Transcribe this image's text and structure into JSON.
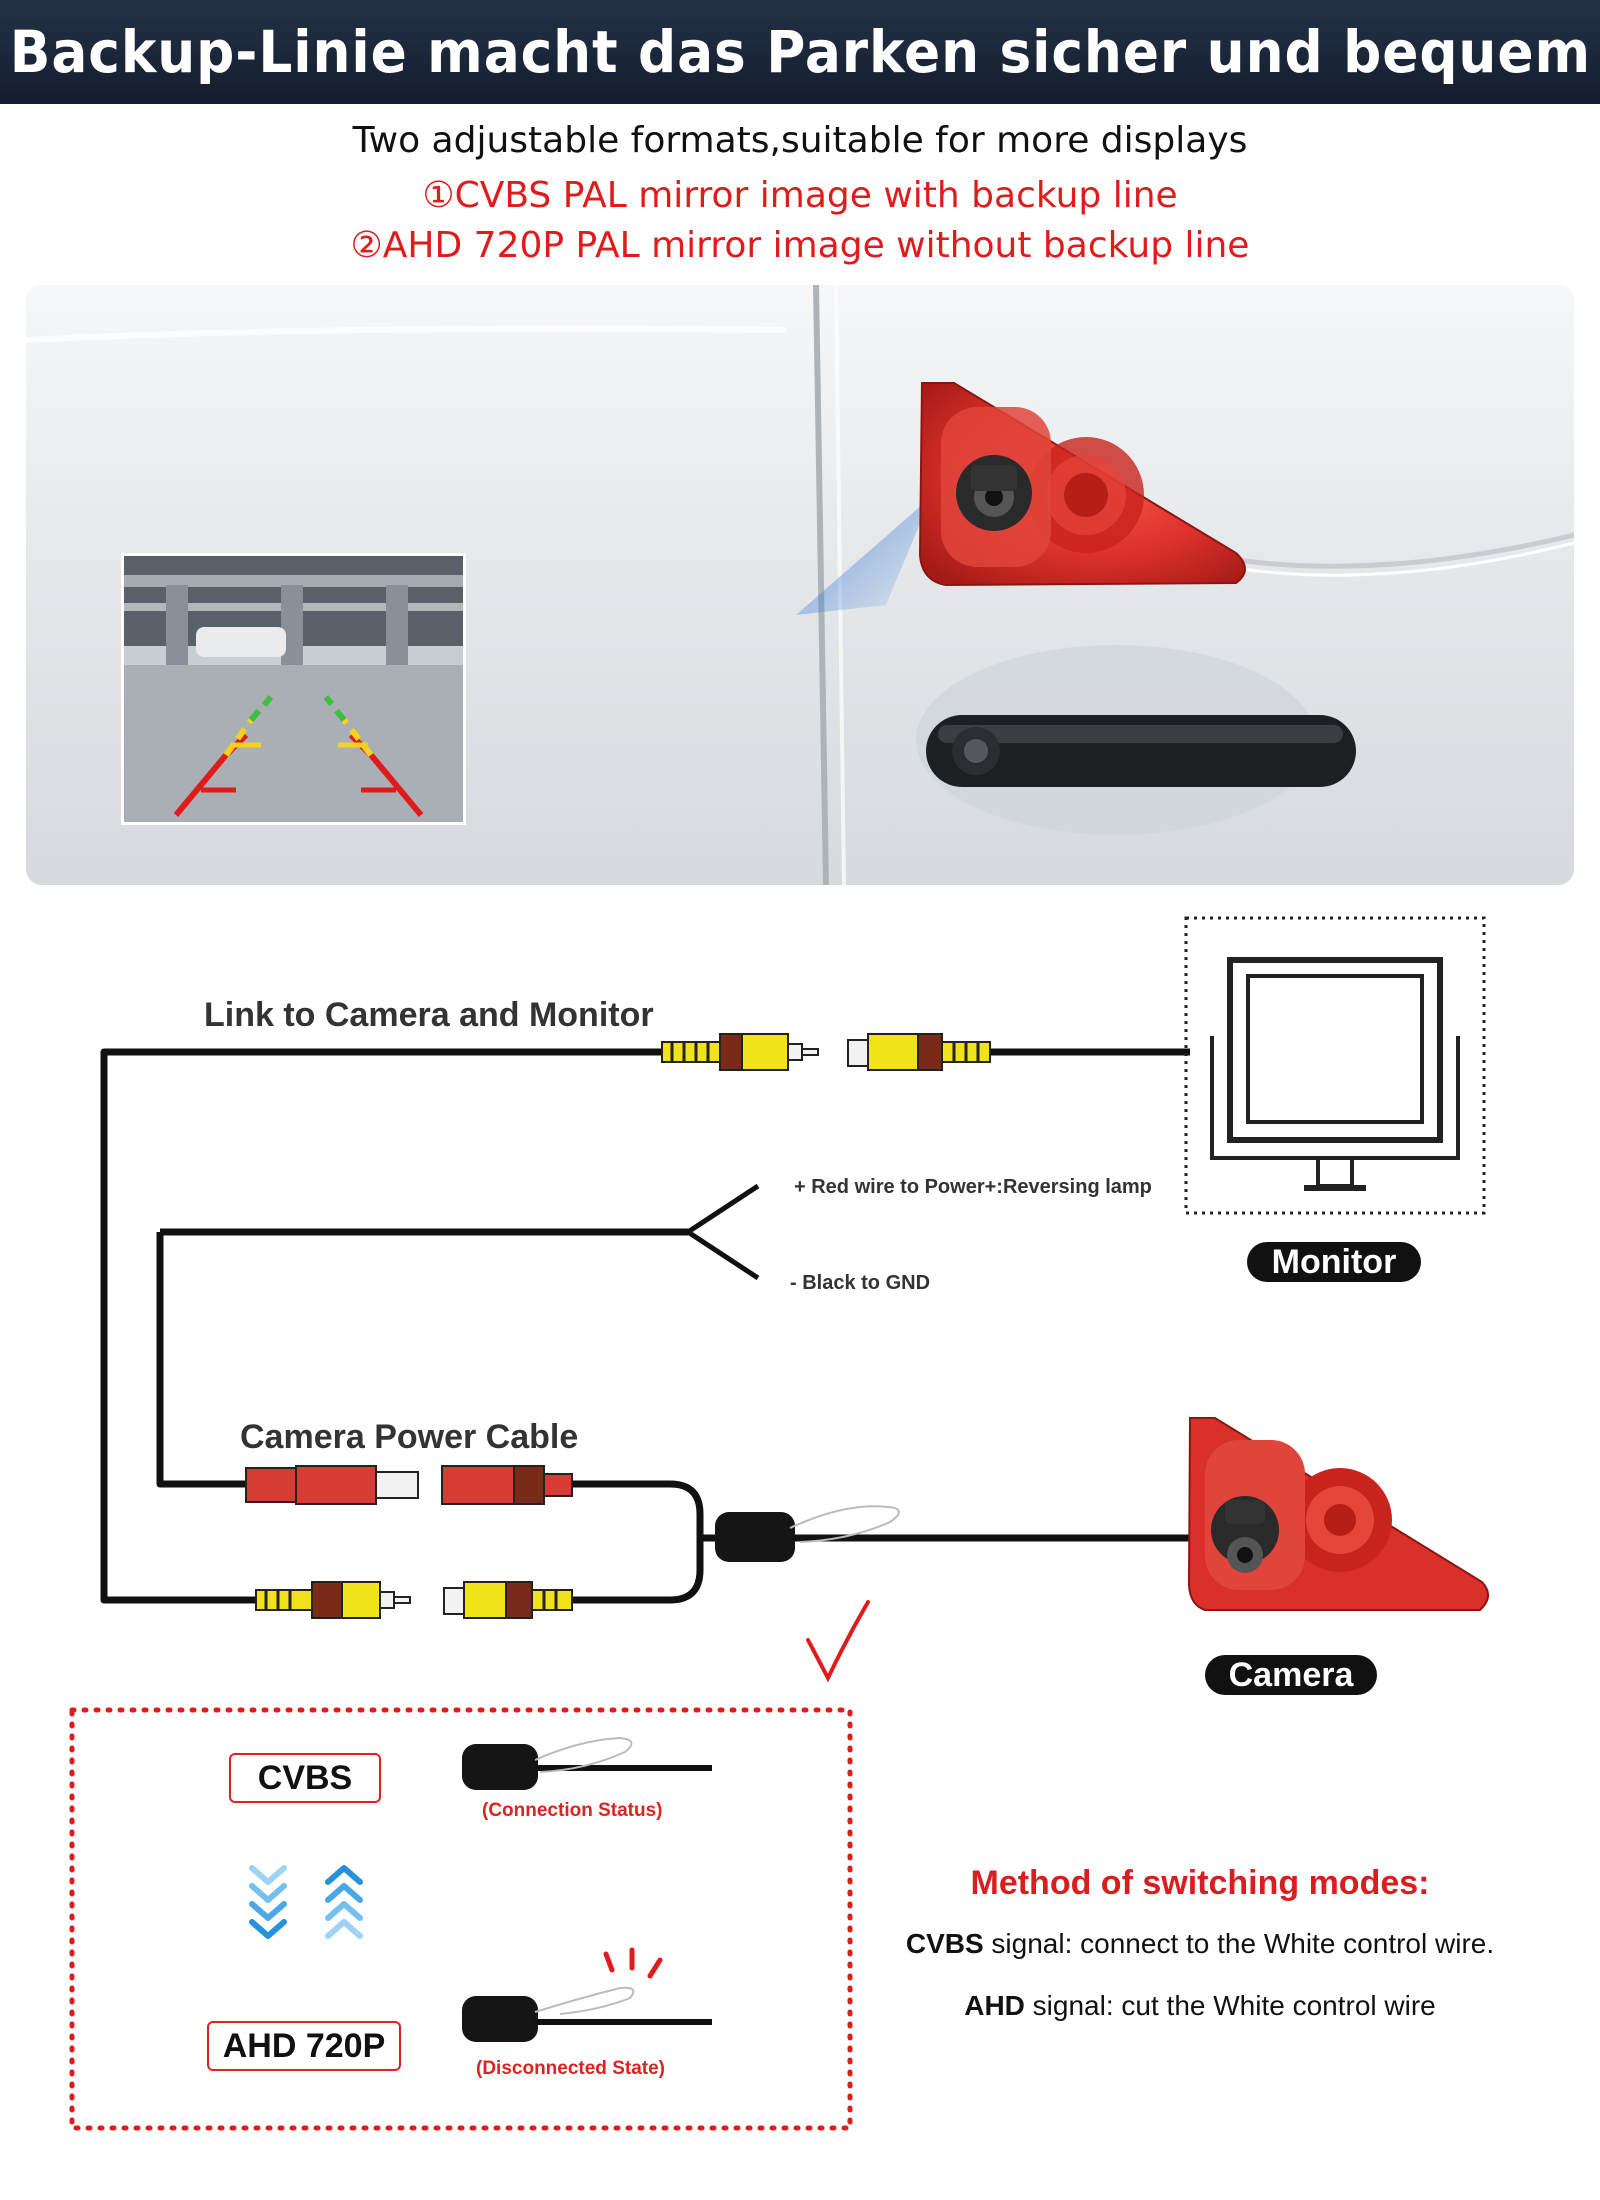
{
  "banner": {
    "title": "Backup-Linie macht das Parken sicher und bequem"
  },
  "subtitles": {
    "line1": "Two adjustable formats,suitable for more displays",
    "line2": "①CVBS PAL mirror image with backup line",
    "line3": "②AHD 720P PAL mirror image without backup line"
  },
  "wiring": {
    "link_label": "Link to Camera and Monitor",
    "power_label": "Camera Power Cable",
    "red_wire_label": "+ Red wire to Power+:Reversing lamp",
    "black_wire_label": "- Black to GND",
    "monitor_label": "Monitor",
    "camera_label": "Camera"
  },
  "modes": {
    "cvbs_label": "CVBS",
    "connection_status": "(Connection Status)",
    "ahd_label": "AHD 720P",
    "disconnected_state": "(Disconnected State)"
  },
  "method": {
    "title": "Method of switching modes:",
    "cvbs_name": "CVBS",
    "cvbs_text": " signal: connect to the White control wire.",
    "ahd_name": "AHD",
    "ahd_text": " signal: cut the White control wire"
  },
  "colors": {
    "accent_red": "#e01b1b",
    "banner_bg": "#1a2538",
    "camera_red": "#d9302a",
    "rca_yellow": "#f2e21a"
  },
  "icons": [
    "monitor-icon",
    "camera-icon",
    "check-icon",
    "arrow-down-icon",
    "arrow-up-icon",
    "cut-mark-icon"
  ]
}
